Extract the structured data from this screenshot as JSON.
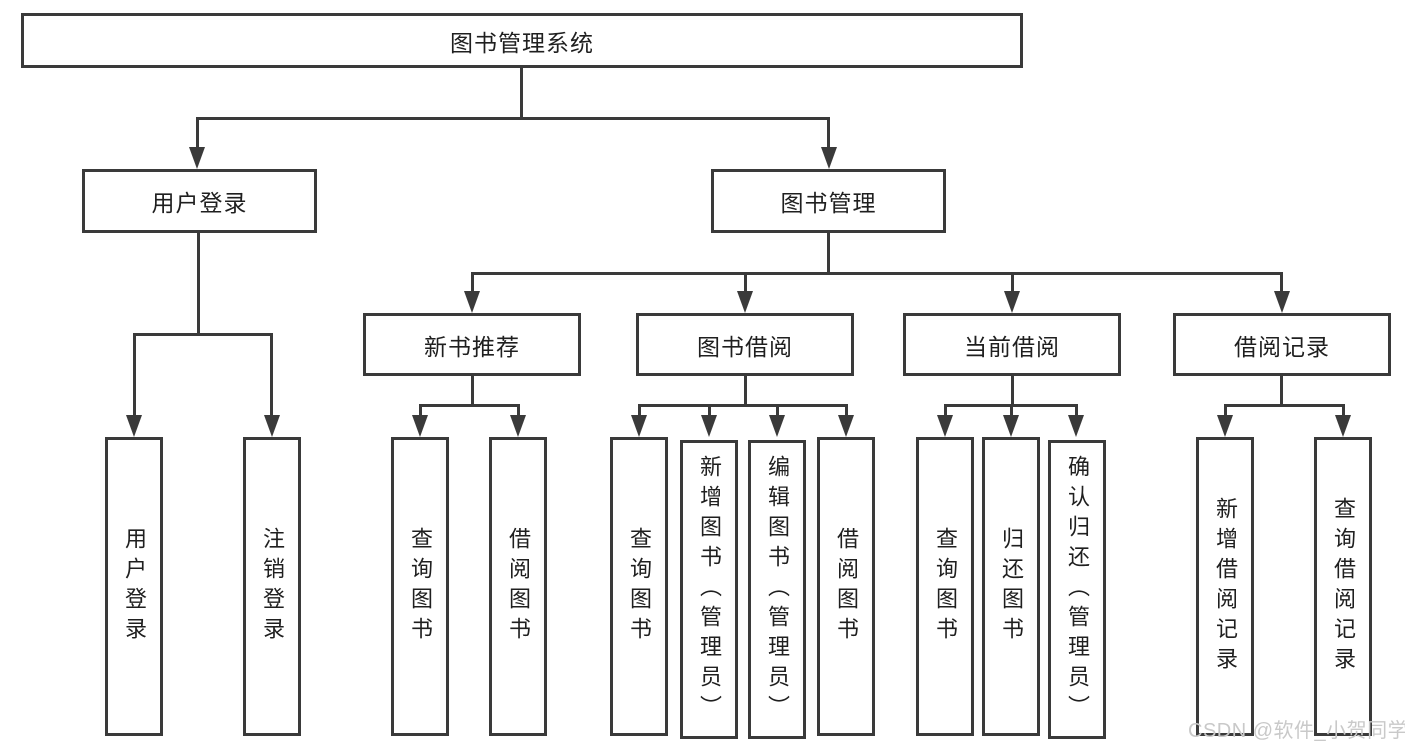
{
  "diagram": {
    "root": {
      "label": "图书管理系统"
    },
    "branches": [
      {
        "label": "用户登录",
        "children": [
          "用户登录",
          "注销登录"
        ]
      },
      {
        "label": "图书管理",
        "children": [
          {
            "label": "新书推荐",
            "children": [
              "查询图书",
              "借阅图书"
            ]
          },
          {
            "label": "图书借阅",
            "children": [
              "查询图书",
              "新增图书（管理员）",
              "编辑图书（管理员）",
              "借阅图书"
            ]
          },
          {
            "label": "当前借阅",
            "children": [
              "查询图书",
              "归还图书",
              "确认归还（管理员）"
            ]
          },
          {
            "label": "借阅记录",
            "children": [
              "新增借阅记录",
              "查询借阅记录"
            ]
          }
        ]
      }
    ]
  },
  "watermark": {
    "text": "CSDN @软件_小贺同学"
  },
  "colors": {
    "line": "#3a3a3a",
    "text": "#1f1f1f",
    "watermark": "#c9c9c9",
    "background": "#ffffff"
  }
}
